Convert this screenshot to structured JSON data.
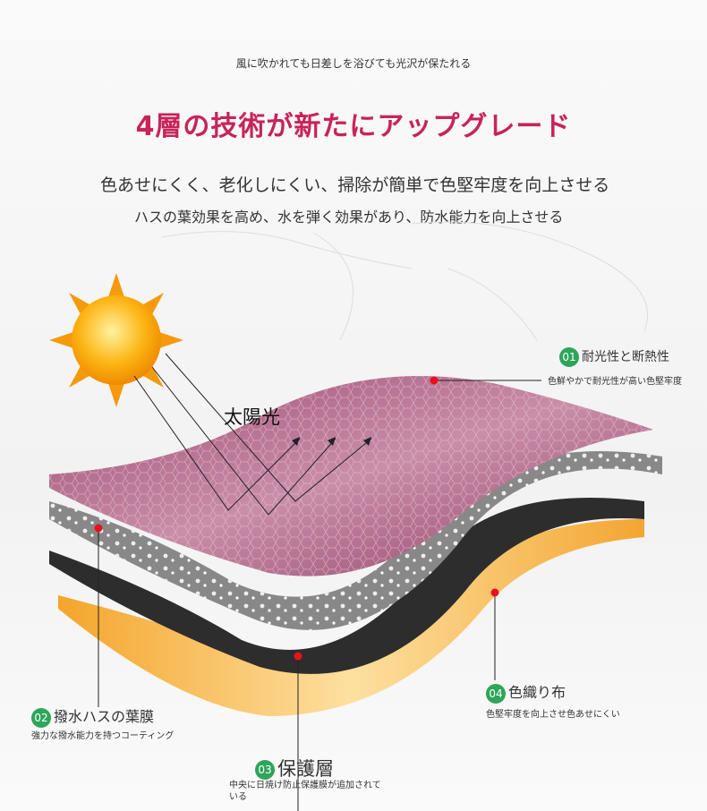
{
  "header": {
    "tagline": "風に吹かれても日差しを浴びても光沢が保たれる",
    "title": "4層の技術が新たにアップグレード",
    "subtitle1": "色あせにくく、老化しにくい、掃除が簡単で色堅牢度を向上させる",
    "subtitle2": "ハスの葉効果を高め、水を弾く効果があり、防水能力を向上させる"
  },
  "diagram": {
    "sun_label": "太陽光",
    "layers": [
      {
        "num": "01",
        "name": "耐光性と断熱性",
        "desc": "色鮮やかで耐光性が高い色堅牢度"
      },
      {
        "num": "02",
        "name": "撥水ハスの葉膜",
        "desc": "強力な撥水能力を持つコーティング"
      },
      {
        "num": "03",
        "name": "保護層",
        "desc": "中央に日焼け防止保護膜が追加されている"
      },
      {
        "num": "04",
        "name": "色織り布",
        "desc": "色堅牢度を向上させ色あせにくい"
      }
    ]
  },
  "colors": {
    "title": "#c72458",
    "badge": "#2ea55a",
    "marker": "#e8121c",
    "top_layer": "#b06a8a",
    "bottom_layer": "#f2a93b"
  }
}
